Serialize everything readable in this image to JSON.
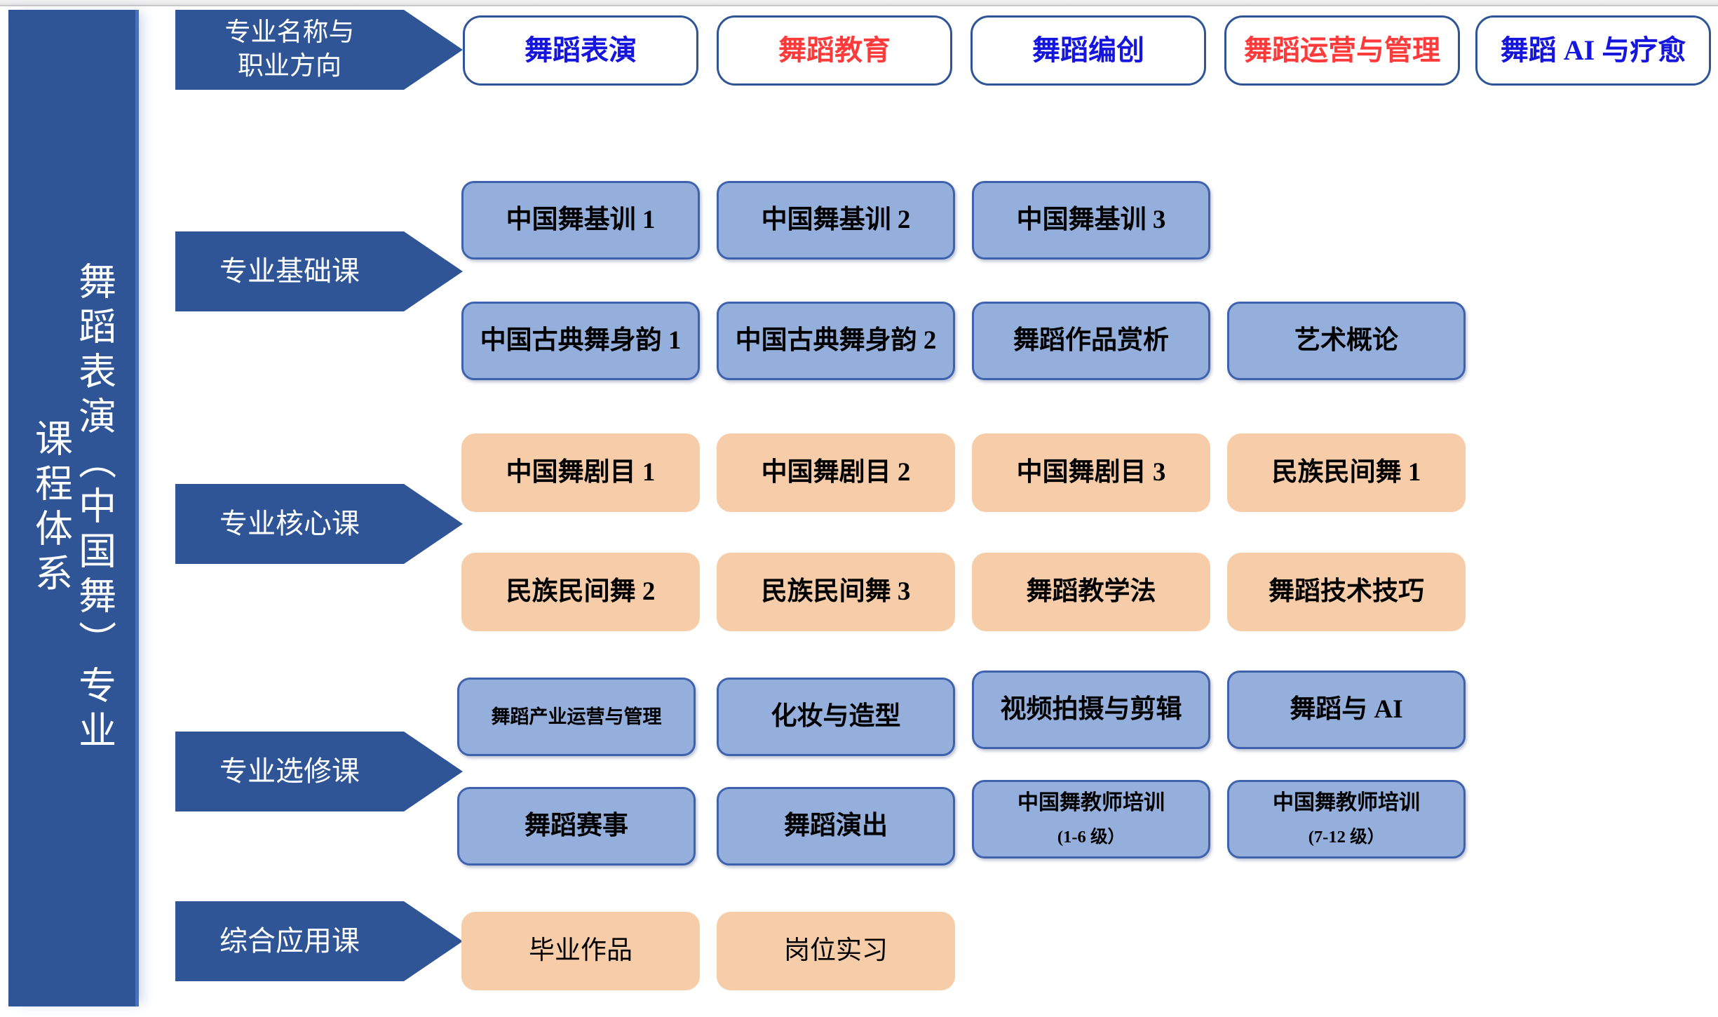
{
  "sidebar": {
    "title": "舞蹈表演（中国舞）专业\n课程体系"
  },
  "categories": [
    {
      "id": "direction",
      "label": "专业名称与\n职业方向"
    },
    {
      "id": "foundation",
      "label": "专业基础课"
    },
    {
      "id": "core",
      "label": "专业核心课"
    },
    {
      "id": "elective",
      "label": "专业选修课"
    },
    {
      "id": "applied",
      "label": "综合应用课"
    }
  ],
  "colors": {
    "brand_blue": "#2F5597",
    "accent_blue": "#4472C4",
    "card_blue_fill": "#95AFDC",
    "card_blue_border": "#3F62AE",
    "card_orange_fill": "#F7CCA9",
    "text_blue": "#1515DD",
    "text_red": "#FF3A3A"
  },
  "rows": {
    "direction": [
      {
        "label": "舞蹈表演",
        "style": "blue-text"
      },
      {
        "label": "舞蹈教育",
        "style": "red-text"
      },
      {
        "label": "舞蹈编创",
        "style": "blue-text"
      },
      {
        "label": "舞蹈运营与管理",
        "style": "red-text"
      },
      {
        "label": "舞蹈 AI 与疗愈",
        "style": "blue-text"
      }
    ],
    "foundation_row1": [
      {
        "label": "中国舞基训 1"
      },
      {
        "label": "中国舞基训 2"
      },
      {
        "label": "中国舞基训 3"
      }
    ],
    "foundation_row2": [
      {
        "label": "中国古典舞身韵 1"
      },
      {
        "label": "中国古典舞身韵 2"
      },
      {
        "label": "舞蹈作品赏析"
      },
      {
        "label": "艺术概论"
      }
    ],
    "core_row1": [
      {
        "label": "中国舞剧目 1"
      },
      {
        "label": "中国舞剧目 2"
      },
      {
        "label": "中国舞剧目 3"
      },
      {
        "label": "民族民间舞 1"
      }
    ],
    "core_row2": [
      {
        "label": "民族民间舞 2"
      },
      {
        "label": "民族民间舞 3"
      },
      {
        "label": "舞蹈教学法"
      },
      {
        "label": "舞蹈技术技巧"
      }
    ],
    "elective_row1": [
      {
        "label": "舞蹈产业运营与管理",
        "size": "small"
      },
      {
        "label": "化妆与造型"
      },
      {
        "label": "视频拍摄与剪辑"
      },
      {
        "label": "舞蹈与 AI"
      }
    ],
    "elective_row2": [
      {
        "label": "舞蹈赛事"
      },
      {
        "label": "舞蹈演出"
      },
      {
        "label": "中国舞教师培训",
        "label2": "(1-6 级）",
        "size": "medium"
      },
      {
        "label": "中国舞教师培训",
        "label2": "(7-12 级）",
        "size": "medium"
      }
    ],
    "applied": [
      {
        "label": "毕业作品",
        "weight": "plain"
      },
      {
        "label": "岗位实习",
        "weight": "plain"
      }
    ]
  }
}
